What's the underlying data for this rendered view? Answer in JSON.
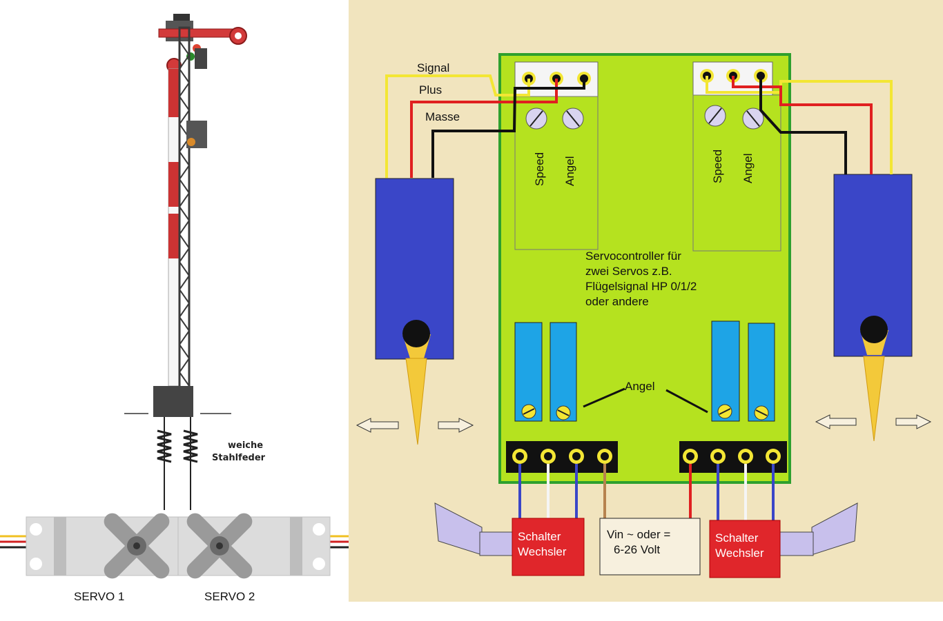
{
  "wire_labels": {
    "signal": "Signal",
    "plus": "Plus",
    "masse": "Masse"
  },
  "pot_labels": {
    "left_speed": "Speed",
    "left_angel": "Angel",
    "right_speed": "Speed",
    "right_angel": "Angel"
  },
  "board_description": [
    "Servocontroller für",
    "zwei Servos z.B.",
    "Flügelsignal HP 0/1/2",
    "oder andere"
  ],
  "angel_label": "Angel",
  "spring_label": [
    "weiche",
    "Stahlfeder"
  ],
  "servo_labels": {
    "servo1": "SERVO 1",
    "servo2": "SERVO 2"
  },
  "switch_left": [
    "Schalter",
    "Wechsler"
  ],
  "switch_right": [
    "Schalter",
    "Wechsler"
  ],
  "power_box": [
    "Vin ~ oder  =",
    "6-26 Volt"
  ],
  "colors": {
    "background": "#f1e4be",
    "board": "#b5e21f",
    "board_border": "#2ea02e",
    "servo_body": "#3a46c8",
    "potentiometer": "#1ea4e6",
    "switch": "#e0262b",
    "wire_signal": "#f3e634",
    "wire_plus": "#e02020",
    "wire_masse": "#111111"
  }
}
